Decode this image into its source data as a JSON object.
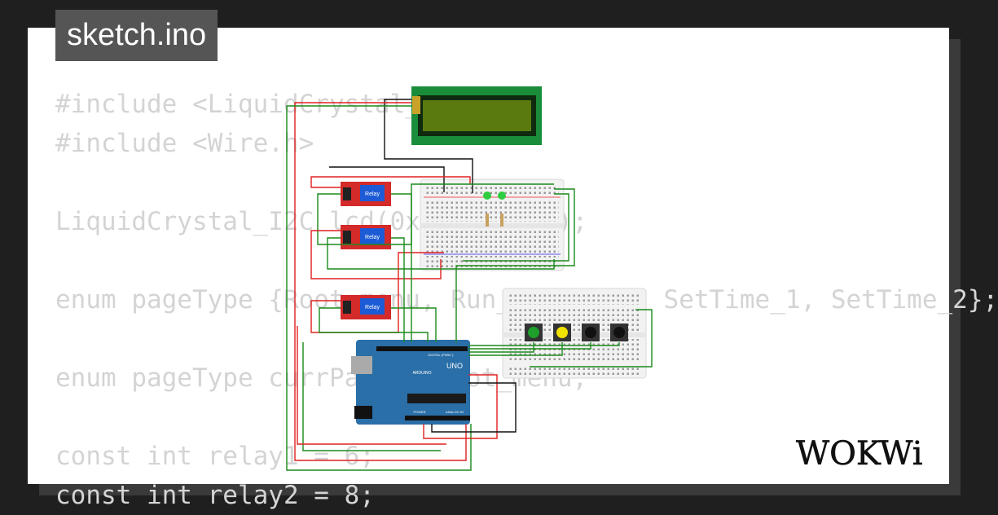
{
  "file_tab": {
    "label": "sketch.ino"
  },
  "code_lines": [
    "#include <LiquidCrystal_I2C.h>",
    "#include <Wire.h>",
    "",
    "LiquidCrystal_I2C lcd(0x27, 16, 2);",
    "",
    "enum pageType {Root_menu, Run_schedule, SetTime_1, SetTime_2};",
    "",
    "enum pageType currPage = Root_menu;",
    "",
    "const int relay1 = 6;",
    "const int relay2 = 8;"
  ],
  "relays": [
    {
      "label": "Relay"
    },
    {
      "label": "Relay"
    },
    {
      "label": "Relay"
    }
  ],
  "arduino": {
    "model": "UNO",
    "brand": "ARDUINO",
    "digital_label": "DIGITAL (PWM~)",
    "analog_label": "ANALOG IN",
    "power_label": "POWER"
  },
  "buttons": {
    "colors": [
      "#1e9e2a",
      "#f2e200",
      "#111111",
      "#111111"
    ]
  },
  "leds": {
    "colors": [
      "#2ecc40",
      "#2ecc40"
    ]
  },
  "brand_logo": "WOKWi",
  "colors": {
    "background": "#1f1f1f",
    "card": "#ffffff",
    "tab": "#555555",
    "code_text": "#d4d4d4",
    "wire_red": "#e02020",
    "wire_green": "#1a8a1a",
    "wire_black": "#111111",
    "lcd_board": "#1a8d3a",
    "lcd_screen": "#5a7a10",
    "arduino_board": "#2a6fa8",
    "relay_board": "#d42a2a"
  }
}
